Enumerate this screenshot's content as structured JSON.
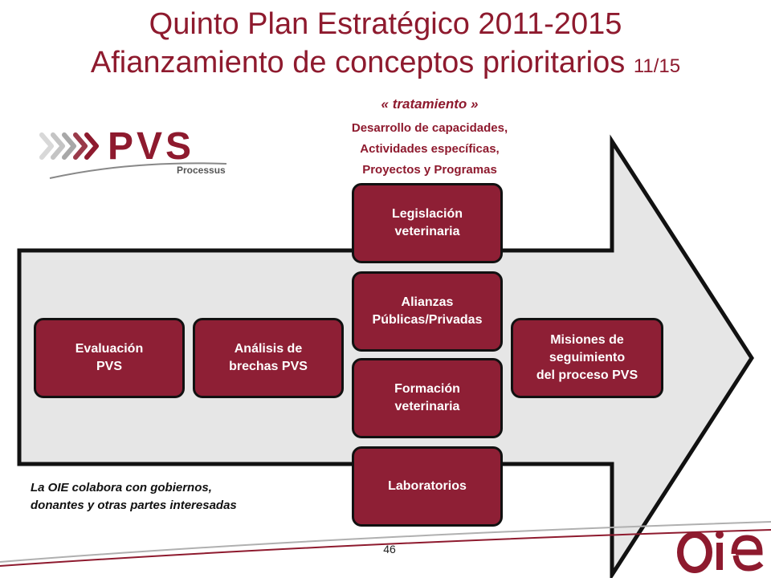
{
  "title": {
    "line1": "Quinto Plan Estratégico 2011-2015",
    "line2": "Afianzamiento de conceptos prioritarios",
    "slide_counter": "11/15"
  },
  "tratamiento": "« tratamiento »",
  "description_lines": [
    "Desarrollo de capacidades,",
    "Actividades específicas,",
    "Proyectos y Programas"
  ],
  "logo_pvs": {
    "main": "PVS",
    "sub": "Processus"
  },
  "boxes": {
    "evaluacion": "Evaluación\nPVS",
    "analisis": "Análisis de\nbrechas PVS",
    "legislacion": "Legislación\nveterinaria",
    "alianzas": "Alianzas\nPúblicas/Privadas",
    "formacion": "Formación\nveterinaria",
    "laboratorios": "Laboratorios",
    "misiones": "Misiones de\nseguimiento\ndel proceso PVS"
  },
  "partners_text": "La OIE colabora con gobiernos,\ndonantes y otras partes interesadas",
  "page_number": "46",
  "logo_oie": "OIE",
  "colors": {
    "accent": "#8e1a2e",
    "box_fill": "#8e1f35",
    "arrow_fill": "#e6e6e6",
    "outline": "#111111"
  }
}
